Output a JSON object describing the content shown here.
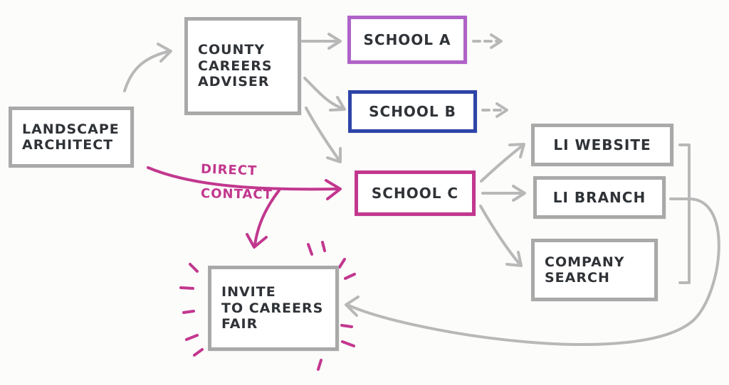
{
  "nodes": {
    "landscape_architect": "LANDSCAPE\nARCHITECT",
    "county_careers_adviser": "COUNTY\nCAREERS\nADVISER",
    "school_a": "SCHOOL A",
    "school_b": "SCHOOL B",
    "school_c": "SCHOOL C",
    "li_website": "LI WEBSITE",
    "li_branch": "LI BRANCH",
    "company_search": "COMPANY\nSEARCH",
    "invite_careers_fair": "INVITE\nTO CAREERS\nFAIR"
  },
  "labels": {
    "direct": "DIRECT",
    "contact": "CONTACT"
  },
  "colors": {
    "line_gray": "#b8b8b8",
    "box_gray": "#a9a9a9",
    "text_dark": "#2f3236",
    "magenta": "#c2378e",
    "purple": "#b063c8",
    "blue": "#2e44a8"
  }
}
